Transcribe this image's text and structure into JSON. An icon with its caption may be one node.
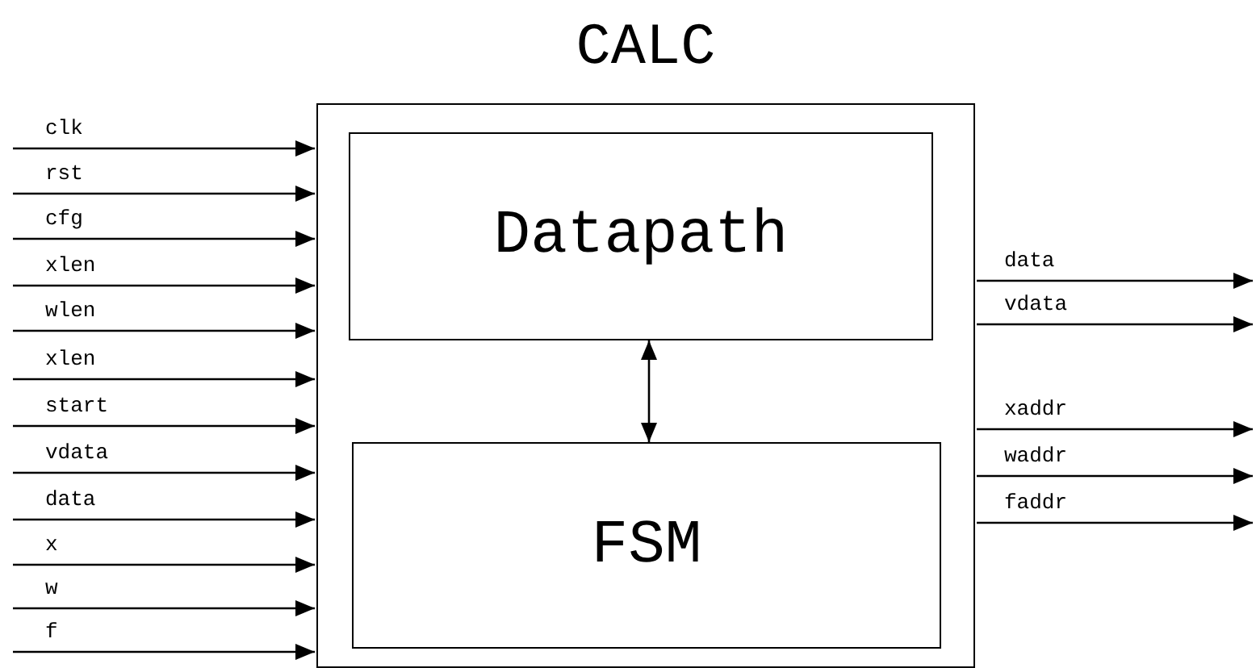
{
  "diagram": {
    "nodes": [
      {
        "text": [
          "CALC"
        ]
      },
      {
        "text": [
          "Datapath"
        ],
        "in": 0
      },
      {
        "text": [
          "FSM"
        ],
        "in": 0
      }
    ],
    "edges": [
      {
        "from": 1,
        "to": 2,
        "arrow": "both"
      },
      {
        "from": null,
        "to": 0,
        "label": "clk",
        "arrow": "to"
      },
      {
        "from": null,
        "to": 0,
        "label": "rst",
        "arrow": "to"
      },
      {
        "from": null,
        "to": 0,
        "label": "cfg",
        "arrow": "to"
      },
      {
        "from": null,
        "to": 0,
        "label": "xlen",
        "arrow": "to"
      },
      {
        "from": null,
        "to": 0,
        "label": "wlen",
        "arrow": "to"
      },
      {
        "from": null,
        "to": 0,
        "label": "xlen",
        "arrow": "to"
      },
      {
        "from": null,
        "to": 0,
        "label": "start",
        "arrow": "to"
      },
      {
        "from": null,
        "to": 0,
        "label": "vdata",
        "arrow": "to"
      },
      {
        "from": null,
        "to": 0,
        "label": "data",
        "arrow": "to"
      },
      {
        "from": null,
        "to": 0,
        "label": "x",
        "arrow": "to"
      },
      {
        "from": null,
        "to": 0,
        "label": "w",
        "arrow": "to"
      },
      {
        "from": null,
        "to": 0,
        "label": "f",
        "arrow": "to"
      },
      {
        "from": 0,
        "to": null,
        "label": "data",
        "arrow": "to"
      },
      {
        "from": 0,
        "to": null,
        "label": "vdata",
        "arrow": "to"
      },
      {
        "from": 0,
        "to": null,
        "label": "xaddr",
        "arrow": "to"
      },
      {
        "from": 0,
        "to": null,
        "label": "waddr",
        "arrow": "to"
      },
      {
        "from": 0,
        "to": null,
        "label": "faddr",
        "arrow": "to"
      }
    ]
  }
}
